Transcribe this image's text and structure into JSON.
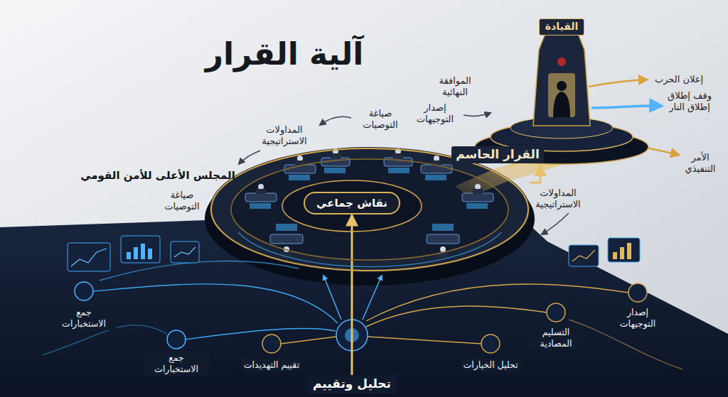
{
  "diagram": {
    "title": "آلية القرار",
    "nodes": [
      {
        "text": [
          "القيادة"
        ]
      },
      {
        "text": [
          "المجلس الأعلى للأمن القومي"
        ]
      },
      {
        "text": [
          "نقاش جماعي"
        ],
        "in": 1
      },
      {
        "text": [
          "تحليل وتقييم"
        ]
      }
    ],
    "edges": [
      {
        "from": 1,
        "to": 0,
        "arrow": "to",
        "label": "القرار الحاسم"
      },
      {
        "from": 3,
        "to": 2,
        "arrow": "to"
      }
    ],
    "labels": [
      "الموافقة النهائية",
      "إصدار التوجيهات",
      "صياغة التوصيات",
      "المداولات الاستراتيجية",
      "صياغة التوصيات",
      "المداولات الاستراتيجية",
      "إعلان الحرب",
      "وقف إطلاق إطلاق النار",
      "الأمر التنفيذي",
      "جمع الاستخبارات",
      "جمع الاستخبارات",
      "تقييم التهديدات",
      "تحليل الخيارات",
      "التسليم المصادية",
      "إصدار التوجيهات"
    ]
  }
}
